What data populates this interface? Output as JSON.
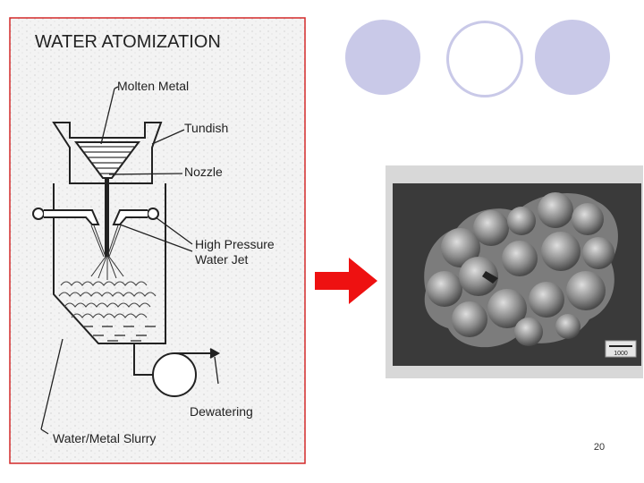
{
  "diagram": {
    "title": "WATER ATOMIZATION",
    "labels": {
      "molten_metal": "Molten Metal",
      "tundish": "Tundish",
      "nozzle": "Nozzle",
      "jet_line1": "High Pressure",
      "jet_line2": "Water Jet",
      "dewatering": "Dewatering",
      "slurry": "Water/Metal Slurry"
    },
    "frame_color": "#d42a2a"
  },
  "decor": {
    "circle_fill": "#c9c9e8",
    "circle_ring": "#c9c9e8"
  },
  "arrow": {
    "color": "#ee1111"
  },
  "micrograph": {
    "icon": "powder-particle-micrograph",
    "scale_text": "1000"
  },
  "slide_number": "20"
}
